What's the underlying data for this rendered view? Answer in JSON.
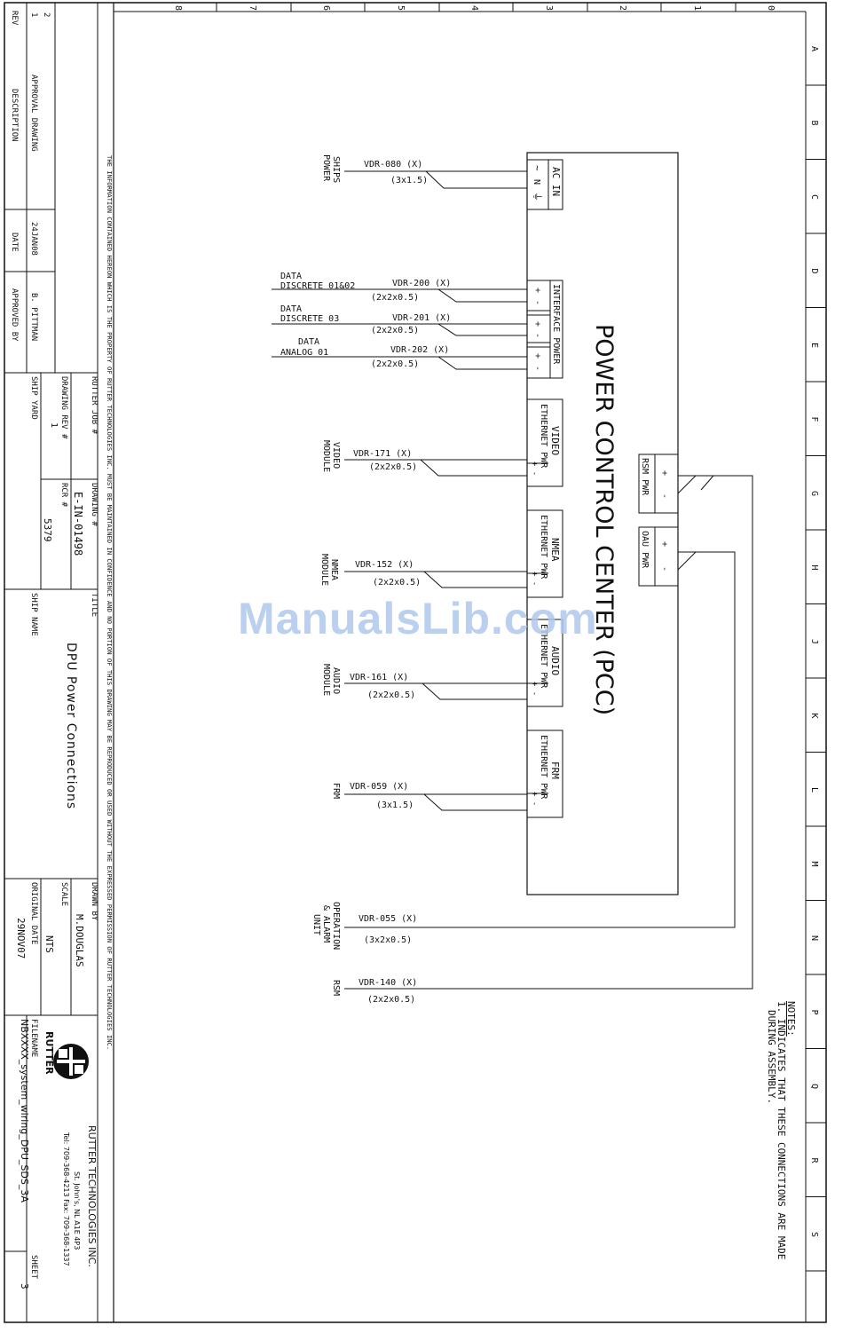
{
  "pcc": {
    "title": "POWER CONTROL CENTER (PCC)"
  },
  "blocks": {
    "ac_in": {
      "title": "AC IN",
      "pins": [
        "~",
        "N",
        "⏚"
      ]
    },
    "interface_power": {
      "title": "INTERFACE POWER",
      "pins": [
        "+",
        "-"
      ]
    },
    "video": {
      "title": "VIDEO",
      "sub": "ETHERNET PWR",
      "pins": "+ -"
    },
    "nmea": {
      "title": "NMEA",
      "sub": "ETHERNET PWR",
      "pins": "+ -"
    },
    "audio": {
      "title": "AUDIO",
      "sub": "ETHERNET PWR",
      "pins": "+ -"
    },
    "frm": {
      "title": "FRM",
      "sub": "ETHERNET PWR",
      "pins": "+ -"
    },
    "rsm_pwr": {
      "title": "RSM PWR",
      "pins": [
        "+",
        "-"
      ]
    },
    "oau_pwr": {
      "title": "OAU PWR",
      "pins": [
        "+",
        "-"
      ]
    }
  },
  "cables": {
    "c080": {
      "id": "VDR-080 (X)",
      "spec": "(3x1.5)",
      "source": [
        "SHIPS",
        "POWER"
      ]
    },
    "c200": {
      "id": "VDR-200 (X)",
      "spec": "(2x2x0.5)",
      "source": [
        "DATA",
        "DISCRETE 01&02"
      ]
    },
    "c201": {
      "id": "VDR-201 (X)",
      "spec": "(2x2x0.5)",
      "source": [
        "DATA",
        "DISCRETE 03"
      ]
    },
    "c202": {
      "id": "VDR-202 (X)",
      "spec": "(2x2x0.5)",
      "source": [
        "DATA",
        "ANALOG 01"
      ]
    },
    "c171": {
      "id": "VDR-171 (X)",
      "spec": "(2x2x0.5)",
      "source": [
        "VIDEO",
        "MODULE"
      ]
    },
    "c152": {
      "id": "VDR-152 (X)",
      "spec": "(2x2x0.5)",
      "source": [
        "NMEA",
        "MODULE"
      ]
    },
    "c161": {
      "id": "VDR-161 (X)",
      "spec": "(2x2x0.5)",
      "source": [
        "AUDIO",
        "MODULE"
      ]
    },
    "c059": {
      "id": "VDR-059 (X)",
      "spec": "(3x1.5)",
      "source": [
        "FRM"
      ]
    },
    "c055": {
      "id": "VDR-055 (X)",
      "spec": "(3x2x0.5)",
      "source": [
        "OPERATION",
        "& ALARM",
        "UNIT"
      ]
    },
    "c140": {
      "id": "VDR-140 (X)",
      "spec": "(2x2x0.5)",
      "source": [
        "RSM"
      ]
    }
  },
  "notes": {
    "heading": "NOTES:",
    "lines": [
      "1. INDICATES THAT THESE CONNECTIONS ARE MADE",
      "DURING ASSEMBLY."
    ]
  },
  "border": {
    "top_numbers": [
      "0",
      "1",
      "2",
      "3",
      "4",
      "5",
      "6",
      "7",
      "8"
    ],
    "side_letters": [
      "A",
      "B",
      "C",
      "D",
      "E",
      "F",
      "G",
      "H",
      "J",
      "K",
      "L",
      "M",
      "N",
      "P",
      "Q",
      "R",
      "S"
    ]
  },
  "confidential": "THE INFORMATION CONTAINED HEREON WHICH IS THE PROPERTY OF RUTTER TECHNOLOGIES INC. MUST BE MAINTAINED IN CONFIDENCE AND NO PORTION OF THIS DRAWING MAY BE REPRODUCED OR USED WITHOUT THE EXPRESSED PERMISSION OF RUTTER TECHNOLOGIES INC.",
  "revisions": {
    "header": {
      "rev": "REV",
      "description": "DESCRIPTION",
      "date": "DATE",
      "approved": "APPROVED BY"
    },
    "rows": [
      {
        "rev": "1",
        "description": "APPROVAL DRAWING",
        "date": "24JAN08",
        "approved": "B. PITTMAN"
      },
      {
        "rev": "2",
        "description": "",
        "date": "",
        "approved": ""
      }
    ]
  },
  "title_block": {
    "rutter_job_label": "RUTTER JOB #",
    "drawing_label": "DRAWING #",
    "drawing_no": "E-IN-01498",
    "drawing_rev_label": "DRAWING REV #",
    "drawing_rev": "1",
    "rcr_label": "RCR #",
    "rcr": "5379",
    "ship_yard_label": "SHIP YARD",
    "title_label": "TITLE",
    "title": "DPU Power Connections",
    "ship_name_label": "SHIP NAME",
    "drawn_by_label": "DRAWN BY",
    "drawn_by": "M.DOUGLAS",
    "scale_label": "SCALE",
    "scale": "NTS",
    "original_date_label": "ORIGINAL DATE",
    "original_date": "29NOV07",
    "company": "RUTTER TECHNOLOGIES INC.",
    "address": "St. John's, NL A1E 4P3",
    "phone": "Tel: 709-368-4213 Fax: 709-368-1337",
    "logo_text": "RUTTER",
    "filename_label": "FILENAME",
    "filename": "NBXXXX_system_wiring_DPU_SDS_3A",
    "sheet_label": "SHEET",
    "sheet": "3"
  },
  "watermark": "ManualsLib.com"
}
